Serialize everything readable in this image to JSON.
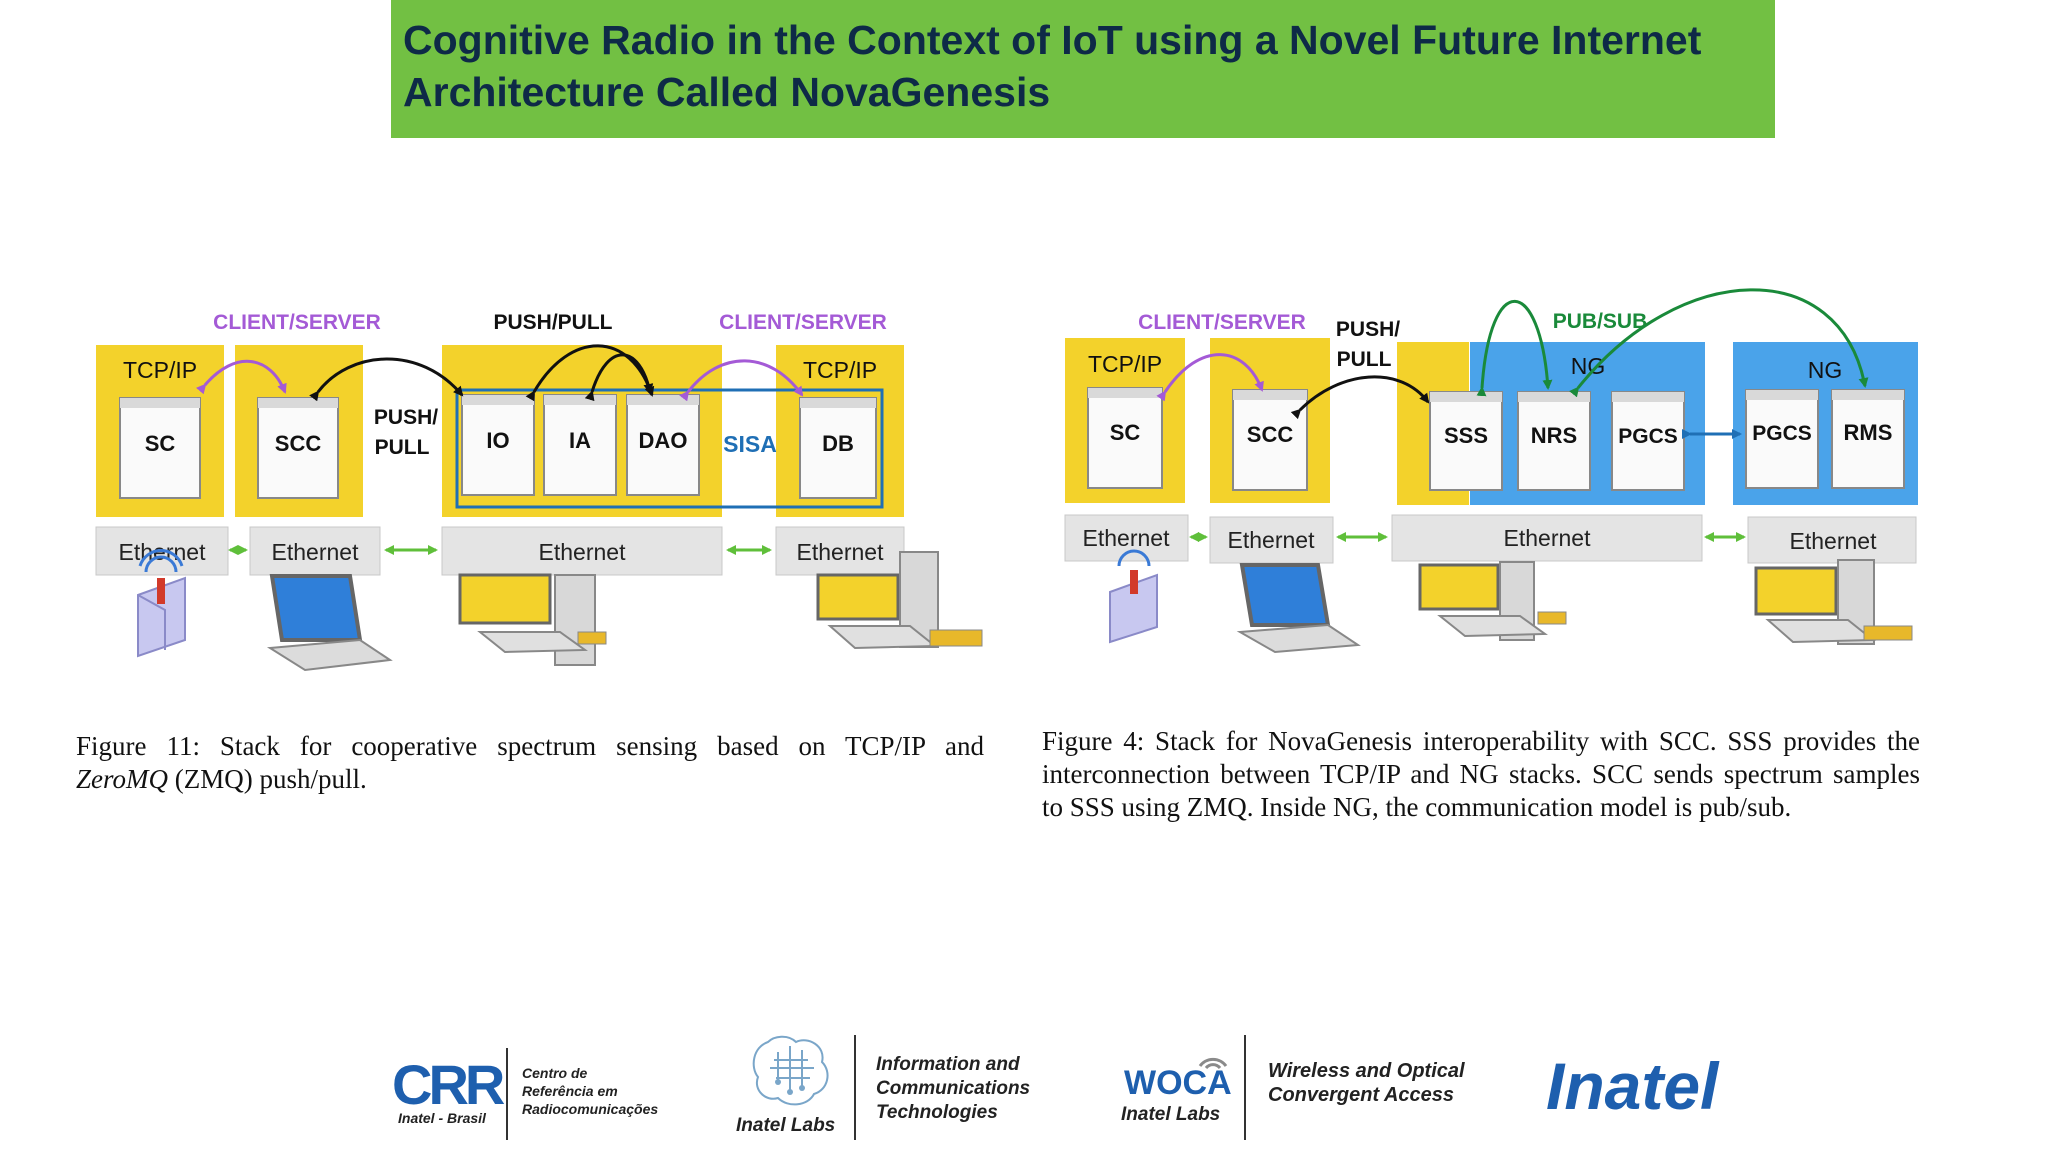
{
  "title": {
    "line1": "Cognitive Radio in the Context of IoT using a Novel Future Internet",
    "line2": "Architecture Called NovaGenesis"
  },
  "figure_left": {
    "labels": {
      "client_server_1": "CLIENT/SERVER",
      "push_pull_top": "PUSH/PULL",
      "client_server_2": "CLIENT/SERVER",
      "tcpip_1": "TCP/IP",
      "tcpip_2": "TCP/IP",
      "push_line1": "PUSH/",
      "push_line2": "PULL",
      "sisa": "SISA"
    },
    "modules": [
      "SC",
      "SCC",
      "IO",
      "IA",
      "DAO",
      "DB"
    ],
    "ethernet": [
      "Ethernet",
      "Ethernet",
      "Ethernet",
      "Ethernet"
    ],
    "caption": {
      "line1": "Figure 11:  Stack for cooperative spectrum sensing based on TCP/IP and",
      "line2_italic": "ZeroMQ",
      "line2_rest": " (ZMQ) push/pull."
    }
  },
  "figure_right": {
    "labels": {
      "client_server": "CLIENT/SERVER",
      "push_line1": "PUSH/",
      "push_line2": "PULL",
      "pub_sub": "PUB/SUB",
      "tcpip": "TCP/IP",
      "ng_1": "NG",
      "ng_2": "NG"
    },
    "modules": [
      "SC",
      "SCC",
      "SSS",
      "NRS",
      "PGCS",
      "PGCS",
      "RMS"
    ],
    "ethernet": [
      "Ethernet",
      "Ethernet",
      "Ethernet",
      "Ethernet"
    ],
    "caption": {
      "line1": "Figure 4: Stack for NovaGenesis interoperability with SCC. SSS provides the",
      "line2": "interconnection between TCP/IP and NG stacks. SCC sends spectrum samples",
      "line3": "to SSS using ZMQ. Inside NG, the communication model is pub/sub."
    }
  },
  "footer": {
    "crr": {
      "logo": "CRR",
      "sub": "Inatel - Brasil",
      "line1": "Centro de",
      "line2": "Referência em",
      "line3": "Radiocomunicações"
    },
    "labs": {
      "name": "Inatel Labs",
      "line1": "Information and",
      "line2": "Communications",
      "line3": "Technologies"
    },
    "woca": {
      "logo": "WOCA",
      "sub": "Inatel Labs",
      "line1": "Wireless and Optical",
      "line2": "Convergent Access"
    },
    "inatel": "Inatel"
  },
  "colors": {
    "title_bg": "#72c043",
    "title_text": "#0e2a47",
    "stack_yellow": "#f3d22b",
    "ng_blue": "#4aa3ea",
    "client_server_purple": "#a45ad6",
    "pub_sub_green": "#1a8a3a",
    "sisa_blue": "#1f6fb5",
    "ethernet_gray": "#e4e4e4"
  }
}
